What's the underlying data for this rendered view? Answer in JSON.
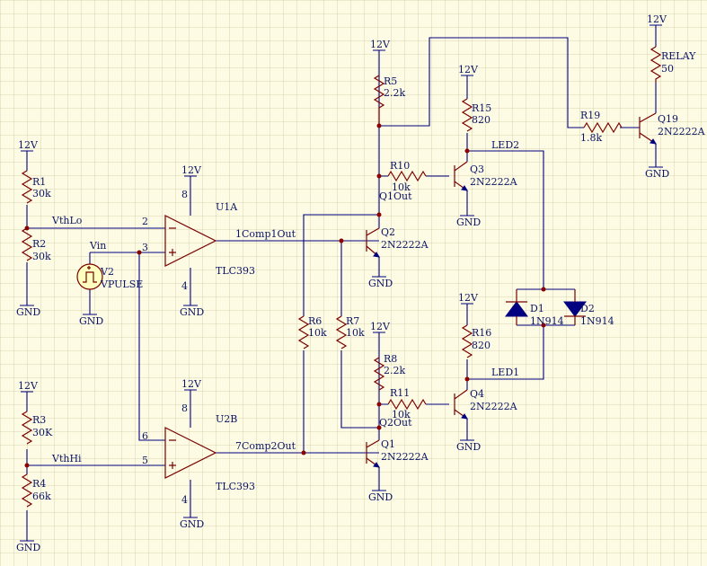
{
  "rails": {
    "v12": "12V",
    "gnd": "GND"
  },
  "opamps": {
    "u1a": {
      "ref": "U1A",
      "part": "TLC393",
      "pin_inv": "2",
      "pin_noninv": "3",
      "pin_vcc": "8",
      "pin_gnd": "4",
      "out": "1Comp1Out"
    },
    "u2b": {
      "ref": "U2B",
      "part": "TLC393",
      "pin_inv": "6",
      "pin_noninv": "5",
      "pin_vcc": "8",
      "pin_gnd": "4",
      "out": "7Comp2Out"
    }
  },
  "resistors": {
    "r1": {
      "ref": "R1",
      "value": "30k"
    },
    "r2": {
      "ref": "R2",
      "value": "30k"
    },
    "r3": {
      "ref": "R3",
      "value": "30K"
    },
    "r4": {
      "ref": "R4",
      "value": "66k"
    },
    "r5": {
      "ref": "R5",
      "value": "2.2k"
    },
    "r6": {
      "ref": "R6",
      "value": "10k"
    },
    "r7": {
      "ref": "R7",
      "value": "10k"
    },
    "r8": {
      "ref": "R8",
      "value": "2.2k"
    },
    "r10": {
      "ref": "R10",
      "value": "10k"
    },
    "r11": {
      "ref": "R11",
      "value": "10k"
    },
    "r15": {
      "ref": "R15",
      "value": "820"
    },
    "r16": {
      "ref": "R16",
      "value": "820"
    },
    "r19": {
      "ref": "R19",
      "value": "1.8k"
    },
    "relay": {
      "ref": "RELAY",
      "value": "50"
    }
  },
  "transistors": {
    "q1": {
      "ref": "Q1",
      "part": "2N2222A"
    },
    "q2": {
      "ref": "Q2",
      "part": "2N2222A"
    },
    "q3": {
      "ref": "Q3",
      "part": "2N2222A"
    },
    "q4": {
      "ref": "Q4",
      "part": "2N2222A"
    },
    "q19": {
      "ref": "Q19",
      "part": "2N2222A"
    }
  },
  "diodes": {
    "d1": {
      "ref": "D1",
      "part": "1N914"
    },
    "d2": {
      "ref": "D2",
      "part": "1N914"
    }
  },
  "source": {
    "ref": "V2",
    "part": "VPULSE"
  },
  "nets": {
    "vthlo": "VthLo",
    "vthhi": "VthHi",
    "vin": "Vin",
    "q1out": "Q1Out",
    "q2out": "Q2Out",
    "led1": "LED1",
    "led2": "LED2"
  },
  "colors": {
    "background": "#fdfbe3",
    "grid": "#cdc9a5",
    "wire": "#000080",
    "part": "#7a0000",
    "text": "#0a1466"
  }
}
